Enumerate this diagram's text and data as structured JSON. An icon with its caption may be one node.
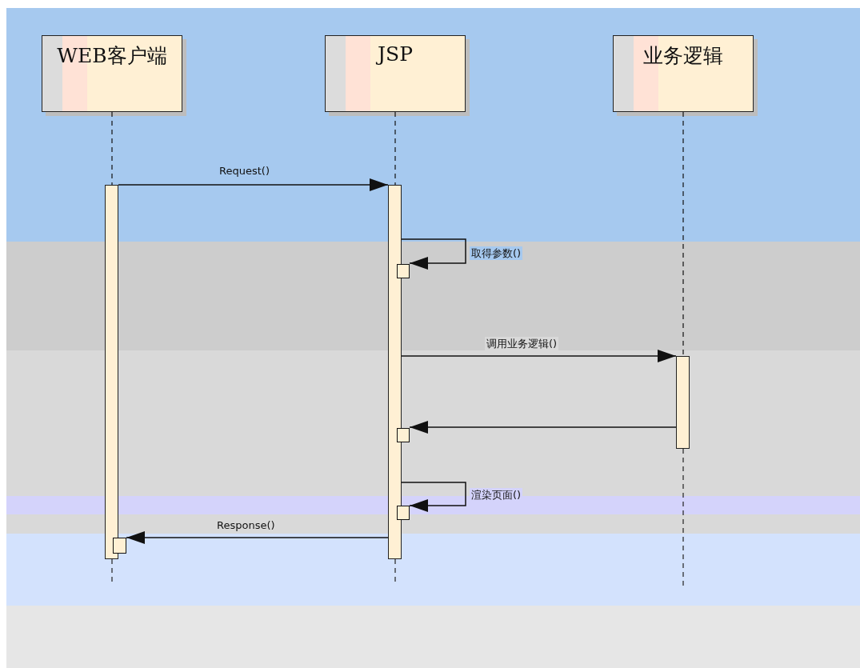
{
  "diagram": {
    "nodes": [
      {
        "text": [
          "WEB客户端"
        ]
      },
      {
        "text": [
          "JSP"
        ]
      },
      {
        "text": [
          "业务逻辑"
        ]
      },
      {
        "text": [],
        "shape": "bar"
      },
      {
        "text": [],
        "shape": "bar"
      },
      {
        "text": [],
        "shape": "bar"
      },
      {
        "text": [],
        "shape": "box"
      },
      {
        "text": [],
        "shape": "box"
      },
      {
        "text": [],
        "shape": "box"
      },
      {
        "text": [],
        "shape": "box"
      }
    ],
    "edges": [
      {
        "from": 0,
        "to": 3,
        "arrow": "none",
        "style": "dashed"
      },
      {
        "from": 1,
        "to": 4,
        "arrow": "none",
        "style": "dashed"
      },
      {
        "from": 2,
        "to": 5,
        "arrow": "none",
        "style": "dashed"
      },
      {
        "from": 3,
        "to": 4,
        "arrow": "to",
        "label": "Request()"
      },
      {
        "from": 4,
        "to": 6,
        "arrow": "to",
        "label": "取得参数()"
      },
      {
        "from": 4,
        "to": 5,
        "arrow": "to",
        "label": "调用业务逻辑()"
      },
      {
        "from": 5,
        "to": 7,
        "arrow": "to"
      },
      {
        "from": 4,
        "to": 8,
        "arrow": "to",
        "label": "渲染页面()"
      },
      {
        "from": 4,
        "to": 9,
        "arrow": "to",
        "label": "Response()"
      }
    ]
  }
}
